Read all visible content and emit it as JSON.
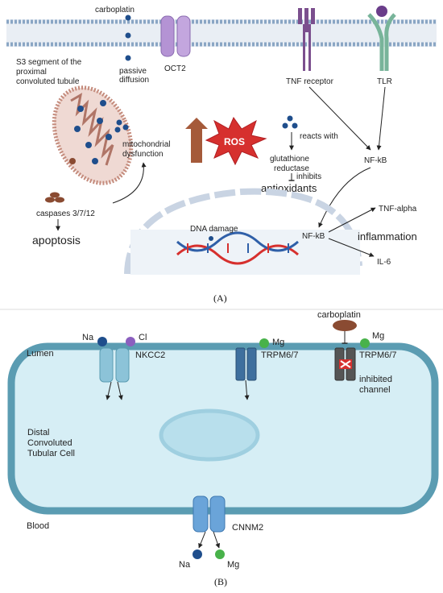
{
  "panel_a": {
    "membrane": {
      "carboplatin": "carboplatin",
      "passive_diffusion_1": "passive",
      "passive_diffusion_2": "diffusion",
      "oct2": "OCT2",
      "tnf_receptor": "TNF receptor",
      "tlr": "TLR",
      "s3_line1": "S3 segment of the",
      "s3_line2": "proximal",
      "s3_line3": "convoluted tubule"
    },
    "mito_line1": "mitochondrial",
    "mito_line2": "dysfunction",
    "caspases": "caspases 3/7/12",
    "apoptosis": "apoptosis",
    "ros": "ROS",
    "reacts_with": "reacts with",
    "glutathione_line1": "glutathione",
    "glutathione_line2": "reductase",
    "inhibits": "inhibits",
    "antioxidants": "antioxidants",
    "nfkb_top": "NF-kB",
    "nfkb_nucleus": "NF-kB",
    "dna_damage": "DNA damage",
    "tnf_alpha": "TNF-alpha",
    "inflammation": "inflammation",
    "il6": "IL-6",
    "label": "(A)"
  },
  "panel_b": {
    "carboplatin": "carboplatin",
    "na_top": "Na",
    "cl": "Cl",
    "nkcc2": "NKCC2",
    "mg_1": "Mg",
    "trpm_1": "TRPM6/7",
    "mg_2": "Mg",
    "trpm_2": "TRPM6/7",
    "inhibited_1": "inhibited",
    "inhibited_2": "channel",
    "lumen": "Lumen",
    "cell_line1": "Distal",
    "cell_line2": "Convoluted",
    "cell_line3": "Tubular Cell",
    "blood": "Blood",
    "cnnm2": "CNNM2",
    "na_bottom": "Na",
    "mg_bottom": "Mg",
    "label": "(B)"
  },
  "colors": {
    "membrane": "#8aa6c4",
    "ion_blue": "#1f4e8c",
    "ros_red": "#c8232c",
    "mito": "#c48b7c",
    "receptor_purple": "#7b4f8e",
    "tlr_green": "#78b49a",
    "dna_red": "#d6302e",
    "dna_blue": "#2f5fa8",
    "cell_fill": "#d6eef5",
    "cell_border": "#5b9cb2",
    "channel_blue": "#4b86c2",
    "mg_green": "#48b24a",
    "cl_purple": "#8b5fbf",
    "carbo_brown": "#8a4b32"
  }
}
